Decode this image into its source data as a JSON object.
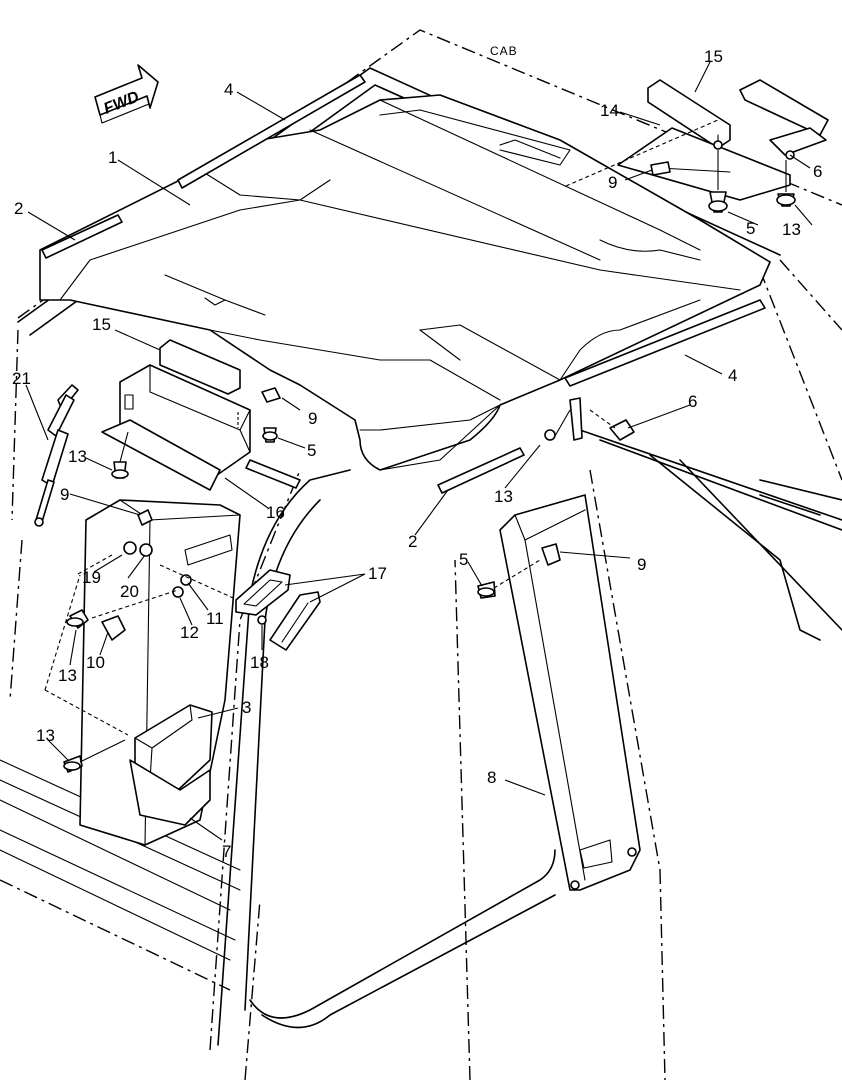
{
  "title_text": "CAB",
  "direction_label": "FWD",
  "callouts": [
    {
      "id": "c1",
      "text": "1"
    },
    {
      "id": "c2a",
      "text": "2"
    },
    {
      "id": "c2b",
      "text": "2"
    },
    {
      "id": "c3",
      "text": "3"
    },
    {
      "id": "c4a",
      "text": "4"
    },
    {
      "id": "c4b",
      "text": "4"
    },
    {
      "id": "c5a",
      "text": "5"
    },
    {
      "id": "c5b",
      "text": "5"
    },
    {
      "id": "c5c",
      "text": "5"
    },
    {
      "id": "c6a",
      "text": "6"
    },
    {
      "id": "c6b",
      "text": "6"
    },
    {
      "id": "c7",
      "text": "7"
    },
    {
      "id": "c8",
      "text": "8"
    },
    {
      "id": "c9a",
      "text": "9"
    },
    {
      "id": "c9b",
      "text": "9"
    },
    {
      "id": "c9c",
      "text": "9"
    },
    {
      "id": "c9d",
      "text": "9"
    },
    {
      "id": "c10",
      "text": "10"
    },
    {
      "id": "c11",
      "text": "11"
    },
    {
      "id": "c12",
      "text": "12"
    },
    {
      "id": "c13a",
      "text": "13"
    },
    {
      "id": "c13b",
      "text": "13"
    },
    {
      "id": "c13c",
      "text": "13"
    },
    {
      "id": "c13d",
      "text": "13"
    },
    {
      "id": "c13e",
      "text": "13"
    },
    {
      "id": "c14",
      "text": "14"
    },
    {
      "id": "c15a",
      "text": "15"
    },
    {
      "id": "c15b",
      "text": "15"
    },
    {
      "id": "c16",
      "text": "16"
    },
    {
      "id": "c17",
      "text": "17"
    },
    {
      "id": "c18",
      "text": "18"
    },
    {
      "id": "c19",
      "text": "19"
    },
    {
      "id": "c20",
      "text": "20"
    },
    {
      "id": "c21",
      "text": "21"
    }
  ]
}
